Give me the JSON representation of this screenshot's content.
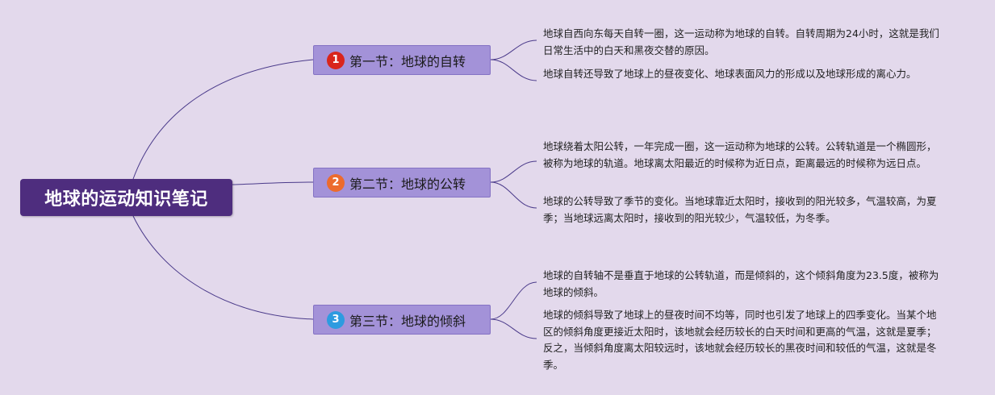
{
  "root": {
    "label": "地球的运动知识笔记"
  },
  "colors": {
    "background": "#e3d9ec",
    "root_fill": "#4e2d7e",
    "topic_fill": "#a392d8",
    "connector": "#4a3a8a",
    "badge_1": "#d9251c",
    "badge_2": "#ec6b2d",
    "badge_3": "#2d9be0"
  },
  "topics": [
    {
      "number": "1",
      "label": "第一节：地球的自转",
      "notes": [
        "地球自西向东每天自转一圈，这一运动称为地球的自转。自转周期为24小时，这就是我们日常生活中的白天和黑夜交替的原因。",
        "地球自转还导致了地球上的昼夜变化、地球表面风力的形成以及地球形成的离心力。"
      ]
    },
    {
      "number": "2",
      "label": "第二节：地球的公转",
      "notes": [
        "地球绕着太阳公转，一年完成一圈，这一运动称为地球的公转。公转轨道是一个椭圆形，被称为地球的轨道。地球离太阳最近的时候称为近日点，距离最远的时候称为远日点。",
        "地球的公转导致了季节的变化。当地球靠近太阳时，接收到的阳光较多，气温较高，为夏季；当地球远离太阳时，接收到的阳光较少，气温较低，为冬季。"
      ]
    },
    {
      "number": "3",
      "label": "第三节：地球的倾斜",
      "notes": [
        "地球的自转轴不是垂直于地球的公转轨道，而是倾斜的，这个倾斜角度为23.5度，被称为地球的倾斜。",
        "地球的倾斜导致了地球上的昼夜时间不均等，同时也引发了地球上的四季变化。当某个地区的倾斜角度更接近太阳时，该地就会经历较长的白天时间和更高的气温，这就是夏季；反之，当倾斜角度离太阳较远时，该地就会经历较长的黑夜时间和较低的气温，这就是冬季。"
      ]
    }
  ]
}
